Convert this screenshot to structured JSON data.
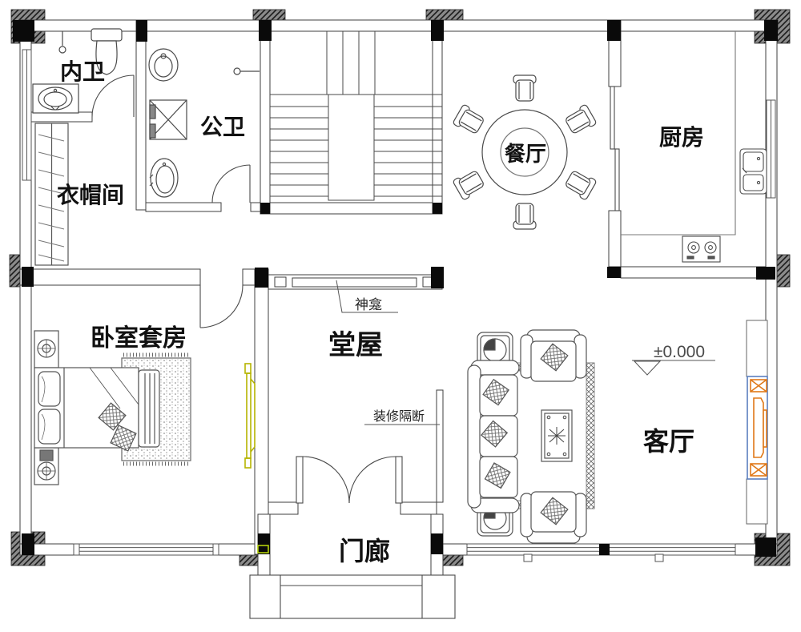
{
  "drawing": {
    "kind": "residential floor plan",
    "rooms": {
      "inner_bath": {
        "label": "内卫"
      },
      "public_bath": {
        "label": "公卫"
      },
      "cloakroom": {
        "label": "衣帽间"
      },
      "dining": {
        "label": "餐厅"
      },
      "kitchen": {
        "label": "厨房"
      },
      "bedroom_suite": {
        "label": "卧室套房"
      },
      "main_hall": {
        "label": "堂屋"
      },
      "living": {
        "label": "客厅"
      },
      "porch": {
        "label": "门廊"
      }
    },
    "annotations": {
      "shrine": {
        "label": "神龛"
      },
      "partition": {
        "label": "装修隔断"
      },
      "elevation": {
        "label": "±0.000"
      }
    },
    "fixtures": [
      "toilet",
      "wash-basin",
      "shower",
      "wardrobe",
      "staircase",
      "round-dining-table",
      "dining-chair",
      "kitchen-sink",
      "gas-stove",
      "double-bed",
      "nightstand",
      "bedside-lamp",
      "rug",
      "foot-bench",
      "three-seat-sofa",
      "armchair",
      "coffee-table",
      "side-table-lamp",
      "tv-panel",
      "speaker",
      "entry-double-door",
      "sliding-door",
      "entry-steps"
    ],
    "colors": {
      "sliding_door": "#b5b400",
      "tv": "#e07818",
      "tv_niche": "#5b7fbe",
      "switch": "#b3d00a",
      "wall_line": "#3f3f3f",
      "furniture_line": "#555555",
      "column_fill": "#0a0a0a"
    }
  }
}
